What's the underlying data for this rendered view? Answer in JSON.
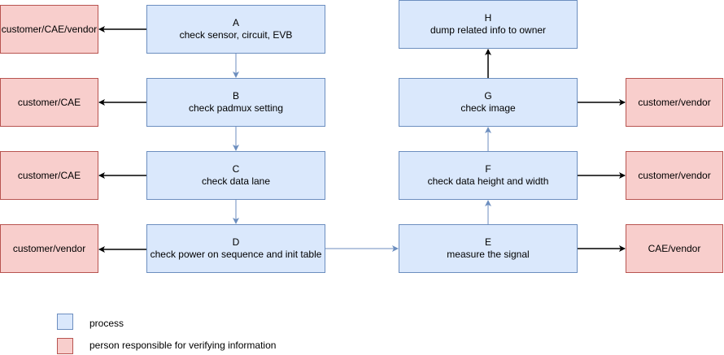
{
  "process_nodes": {
    "A": {
      "letter": "A",
      "text": "check sensor, circuit, EVB"
    },
    "B": {
      "letter": "B",
      "text": "check padmux setting"
    },
    "C": {
      "letter": "C",
      "text": "check data lane"
    },
    "D": {
      "letter": "D",
      "text": "check power on sequence and init table"
    },
    "E": {
      "letter": "E",
      "text": "measure the signal"
    },
    "F": {
      "letter": "F",
      "text": "check data height and width"
    },
    "G": {
      "letter": "G",
      "text": "check image"
    },
    "H": {
      "letter": "H",
      "text": "dump related info to owner"
    }
  },
  "responsible_nodes": {
    "A": "customer/CAE/vendor",
    "B": "customer/CAE",
    "C": "customer/CAE",
    "D": "customer/vendor",
    "E": "CAE/vendor",
    "F": "customer/vendor",
    "G": "customer/vendor"
  },
  "legend": {
    "process_label": "process",
    "person_label": "person responsible for verifying information"
  },
  "colors": {
    "process_fill": "#dae8fc",
    "process_stroke": "#6c8ebf",
    "person_fill": "#f8cecc",
    "person_stroke": "#b85450"
  }
}
